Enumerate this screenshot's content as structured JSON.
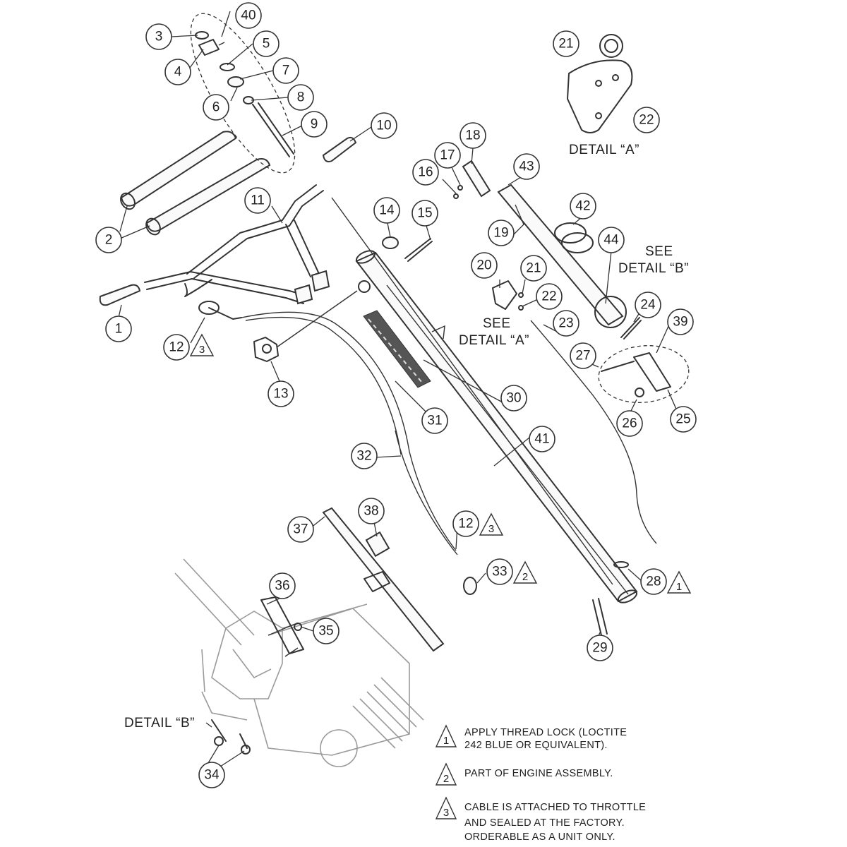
{
  "callouts": [
    {
      "id": "c1",
      "n": "1"
    },
    {
      "id": "c2",
      "n": "2"
    },
    {
      "id": "c3",
      "n": "3"
    },
    {
      "id": "c4",
      "n": "4"
    },
    {
      "id": "c5",
      "n": "5"
    },
    {
      "id": "c6",
      "n": "6"
    },
    {
      "id": "c7",
      "n": "7"
    },
    {
      "id": "c8",
      "n": "8"
    },
    {
      "id": "c9",
      "n": "9"
    },
    {
      "id": "c10",
      "n": "10"
    },
    {
      "id": "c11",
      "n": "11"
    },
    {
      "id": "c12a",
      "n": "12"
    },
    {
      "id": "c12b",
      "n": "12"
    },
    {
      "id": "c13",
      "n": "13"
    },
    {
      "id": "c14",
      "n": "14"
    },
    {
      "id": "c15",
      "n": "15"
    },
    {
      "id": "c16",
      "n": "16"
    },
    {
      "id": "c17",
      "n": "17"
    },
    {
      "id": "c18",
      "n": "18"
    },
    {
      "id": "c19",
      "n": "19"
    },
    {
      "id": "c20",
      "n": "20"
    },
    {
      "id": "c21a",
      "n": "21"
    },
    {
      "id": "c21b",
      "n": "21"
    },
    {
      "id": "c22a",
      "n": "22"
    },
    {
      "id": "c22b",
      "n": "22"
    },
    {
      "id": "c23",
      "n": "23"
    },
    {
      "id": "c24",
      "n": "24"
    },
    {
      "id": "c25",
      "n": "25"
    },
    {
      "id": "c26",
      "n": "26"
    },
    {
      "id": "c27",
      "n": "27"
    },
    {
      "id": "c28",
      "n": "28"
    },
    {
      "id": "c29",
      "n": "29"
    },
    {
      "id": "c30",
      "n": "30"
    },
    {
      "id": "c31",
      "n": "31"
    },
    {
      "id": "c32",
      "n": "32"
    },
    {
      "id": "c33",
      "n": "33"
    },
    {
      "id": "c34",
      "n": "34"
    },
    {
      "id": "c35",
      "n": "35"
    },
    {
      "id": "c36",
      "n": "36"
    },
    {
      "id": "c37",
      "n": "37"
    },
    {
      "id": "c38",
      "n": "38"
    },
    {
      "id": "c39",
      "n": "39"
    },
    {
      "id": "c40",
      "n": "40"
    },
    {
      "id": "c41",
      "n": "41"
    },
    {
      "id": "c42",
      "n": "42"
    },
    {
      "id": "c43",
      "n": "43"
    },
    {
      "id": "c44",
      "n": "44"
    }
  ],
  "markers": [
    {
      "id": "m12a",
      "n": "3"
    },
    {
      "id": "m12b",
      "n": "3"
    },
    {
      "id": "m33",
      "n": "2"
    },
    {
      "id": "m28",
      "n": "1"
    }
  ],
  "labels": {
    "detail_a_title": "DETAIL “A”",
    "see_detail_b_1": "SEE",
    "see_detail_b_2": "DETAIL “B”",
    "see_detail_a_1": "SEE",
    "see_detail_a_2": "DETAIL “A”",
    "detail_b_title": "DETAIL “B”"
  },
  "notes": [
    {
      "marker": "1",
      "lines": [
        "APPLY THREAD LOCK (LOCTITE",
        "242 BLUE OR EQUIVALENT)."
      ]
    },
    {
      "marker": "2",
      "lines": [
        "PART OF ENGINE ASSEMBLY."
      ]
    },
    {
      "marker": "3",
      "lines": [
        "CABLE IS ATTACHED TO THROTTLE",
        "AND SEALED AT THE FACTORY.",
        "ORDERABLE AS A UNIT ONLY."
      ]
    }
  ]
}
